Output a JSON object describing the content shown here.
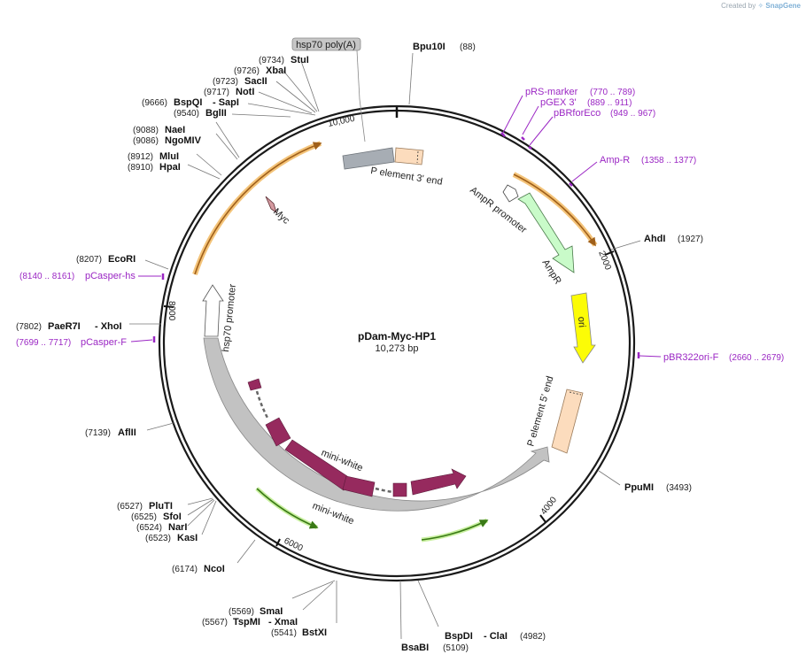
{
  "brand": {
    "created_by": "Created by",
    "app": "SnapGene"
  },
  "plasmid": {
    "name": "pDam-Myc-HP1",
    "length_label": "10,273 bp"
  },
  "ticks": [
    "2000",
    "4000",
    "6000",
    "8000",
    "10,000"
  ],
  "tag": {
    "label": "hsp70 poly(A)"
  },
  "features": {
    "p3": "P element 3' end",
    "ampr_promoter": "AmpR promoter",
    "ampr": "AmpR",
    "ori": "ori",
    "p5": "P element 5' end",
    "miniwhite_outer": "mini-white",
    "miniwhite_inner": "mini-white",
    "hsp70": "hsp70 promoter",
    "myc": "Myc"
  },
  "enzymes": [
    {
      "id": "bpu10i",
      "name": "Bpu10I",
      "pos": "(88)"
    },
    {
      "id": "ahdi",
      "name": "AhdI",
      "pos": "(1927)"
    },
    {
      "id": "ppumi",
      "name": "PpuMI",
      "pos": "(3493)"
    },
    {
      "id": "bspdi",
      "name": "BspDI",
      "sep": "- ClaI",
      "pos": "(4982)"
    },
    {
      "id": "bsabi",
      "name": "BsaBI",
      "pos": "(5109)"
    },
    {
      "id": "bstxi",
      "name": "BstXI",
      "pos": "(5541)"
    },
    {
      "id": "tspmi",
      "name": "TspMI",
      "sep": "- XmaI",
      "pos": "(5567)"
    },
    {
      "id": "smai",
      "name": "SmaI",
      "pos": "(5569)"
    },
    {
      "id": "ncoi",
      "name": "NcoI",
      "pos": "(6174)"
    },
    {
      "id": "kasi",
      "name": "KasI",
      "pos": "(6523)"
    },
    {
      "id": "nari",
      "name": "NarI",
      "pos": "(6524)"
    },
    {
      "id": "sfoi",
      "name": "SfoI",
      "pos": "(6525)"
    },
    {
      "id": "pluti",
      "name": "PluTI",
      "pos": "(6527)"
    },
    {
      "id": "aflii",
      "name": "AflII",
      "pos": "(7139)"
    },
    {
      "id": "paer7i",
      "name": "PaeR7I",
      "sep": "- XhoI",
      "pos": "(7802)"
    },
    {
      "id": "ecori",
      "name": "EcoRI",
      "pos": "(8207)"
    },
    {
      "id": "hpai",
      "name": "HpaI",
      "pos": "(8910)"
    },
    {
      "id": "mlui",
      "name": "MluI",
      "pos": "(8912)"
    },
    {
      "id": "ngomiv",
      "name": "NgoMIV",
      "pos": "(9086)"
    },
    {
      "id": "naei",
      "name": "NaeI",
      "pos": "(9088)"
    },
    {
      "id": "bglii",
      "name": "BglII",
      "pos": "(9540)"
    },
    {
      "id": "bspqi",
      "name": "BspQI",
      "sep": "- SapI",
      "pos": "(9666)"
    },
    {
      "id": "noti",
      "name": "NotI",
      "pos": "(9717)"
    },
    {
      "id": "sacii",
      "name": "SacII",
      "pos": "(9723)"
    },
    {
      "id": "xbai",
      "name": "XbaI",
      "pos": "(9726)"
    },
    {
      "id": "stui",
      "name": "StuI",
      "pos": "(9734)"
    }
  ],
  "primers": [
    {
      "id": "prs",
      "name": "pRS-marker",
      "pos": "(770 .. 789)"
    },
    {
      "id": "pgex",
      "name": "pGEX 3'",
      "pos": "(889 .. 911)"
    },
    {
      "id": "pbrforeco",
      "name": "pBRforEco",
      "pos": "(949 .. 967)"
    },
    {
      "id": "ampr_p",
      "name": "Amp-R",
      "pos": "(1358 .. 1377)"
    },
    {
      "id": "pbr322",
      "name": "pBR322ori-F",
      "pos": "(2660 .. 2679)"
    },
    {
      "id": "pcasperf",
      "name": "pCasper-F",
      "pos": "(7699 .. 7717)"
    },
    {
      "id": "pcasperhs",
      "name": "pCasper-hs",
      "pos": "(8140 .. 8161)"
    }
  ]
}
